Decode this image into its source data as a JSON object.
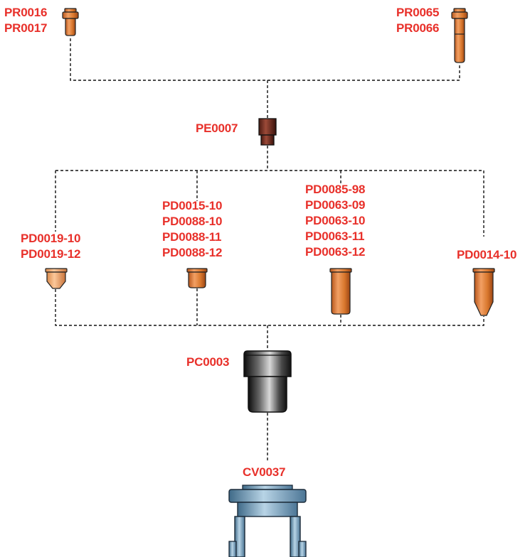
{
  "parts": {
    "electrode_a": {
      "codes": [
        "PR0016",
        "PR0017"
      ]
    },
    "electrode_b": {
      "codes": [
        "PR0065",
        "PR0066"
      ]
    },
    "swirl_ring": {
      "codes": [
        "PE0007"
      ]
    },
    "nozzle_1": {
      "codes": [
        "PD0019-10",
        "PD0019-12"
      ]
    },
    "nozzle_2": {
      "codes": [
        "PD0015-10",
        "PD0088-10",
        "PD0088-11",
        "PD0088-12"
      ]
    },
    "nozzle_3": {
      "codes": [
        "PD0085-98",
        "PD0063-09",
        "PD0063-10",
        "PD0063-11",
        "PD0063-12"
      ]
    },
    "nozzle_4": {
      "codes": [
        "PD0014-10"
      ]
    },
    "cap": {
      "codes": [
        "PC0003"
      ]
    },
    "spacer": {
      "codes": [
        "CV0037"
      ]
    }
  },
  "colors": {
    "label": "#e8302a",
    "copper": "#d9782e",
    "cap_dark": "#2a2a2a",
    "swirl": "#7a2e22",
    "spacer_blue": "#7fa8c4"
  }
}
